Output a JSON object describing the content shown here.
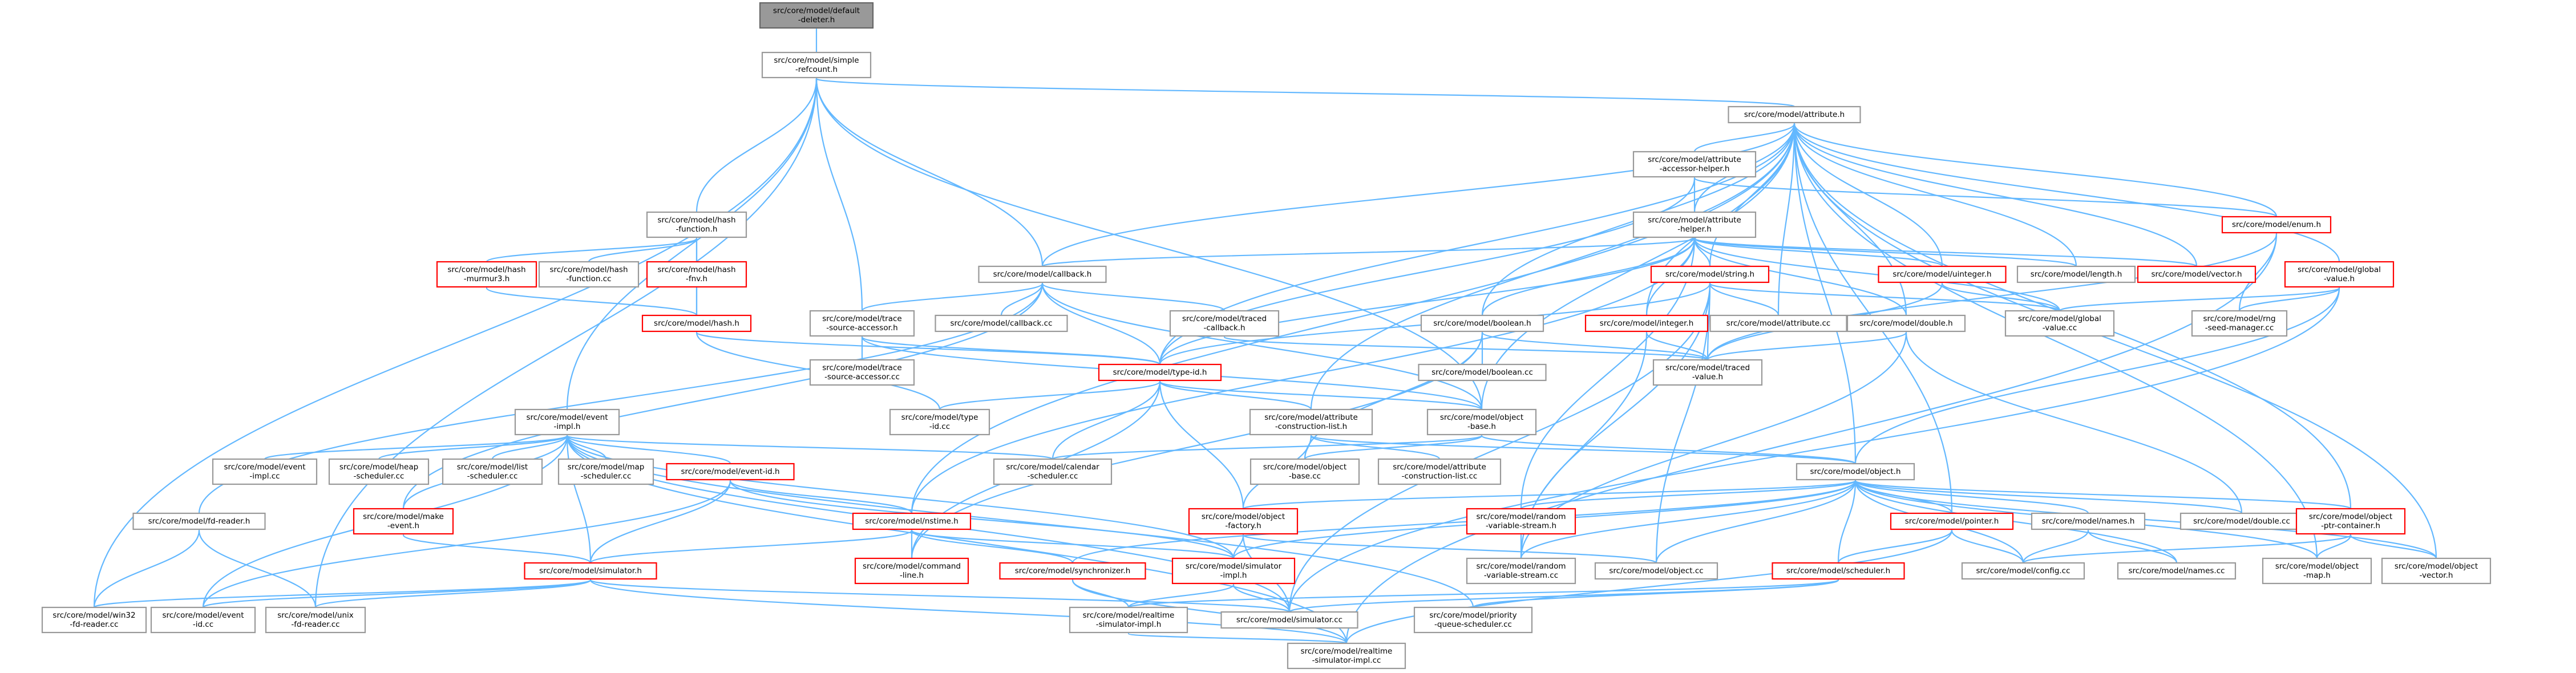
{
  "graph": {
    "nodes": [
      {
        "id": "deleter",
        "lines": [
          "src/core/model/default",
          "-deleter.h"
        ],
        "style": "root"
      },
      {
        "id": "simple-refcount",
        "lines": [
          "src/core/model/simple",
          "-refcount.h"
        ],
        "style": "normal"
      },
      {
        "id": "attribute-h",
        "lines": [
          "src/core/model/attribute.h"
        ],
        "style": "normal"
      },
      {
        "id": "hash-function-h",
        "lines": [
          "src/core/model/hash",
          "-function.h"
        ],
        "style": "normal"
      },
      {
        "id": "attribute-accessor-helper-h",
        "lines": [
          "src/core/model/attribute",
          "-accessor-helper.h"
        ],
        "style": "normal"
      },
      {
        "id": "attribute-helper-h",
        "lines": [
          "src/core/model/attribute",
          "-helper.h"
        ],
        "style": "normal"
      },
      {
        "id": "enum-h",
        "lines": [
          "src/core/model/enum.h"
        ],
        "style": "red"
      },
      {
        "id": "hash-murmur3-h",
        "lines": [
          "src/core/model/hash",
          "-murmur3.h"
        ],
        "style": "red"
      },
      {
        "id": "hash-function-cc",
        "lines": [
          "src/core/model/hash",
          "-function.cc"
        ],
        "style": "normal"
      },
      {
        "id": "hash-fnv-h",
        "lines": [
          "src/core/model/hash",
          "-fnv.h"
        ],
        "style": "red"
      },
      {
        "id": "callback-h",
        "lines": [
          "src/core/model/callback.h"
        ],
        "style": "normal"
      },
      {
        "id": "string-h",
        "lines": [
          "src/core/model/string.h"
        ],
        "style": "red"
      },
      {
        "id": "uinteger-h",
        "lines": [
          "src/core/model/uinteger.h"
        ],
        "style": "red"
      },
      {
        "id": "length-h",
        "lines": [
          "src/core/model/length.h"
        ],
        "style": "normal"
      },
      {
        "id": "vector-h",
        "lines": [
          "src/core/model/vector.h"
        ],
        "style": "red"
      },
      {
        "id": "global-value-h",
        "lines": [
          "src/core/model/global",
          "-value.h"
        ],
        "style": "red"
      },
      {
        "id": "hash-h",
        "lines": [
          "src/core/model/hash.h"
        ],
        "style": "red"
      },
      {
        "id": "trace-source-accessor-h",
        "lines": [
          "src/core/model/trace",
          "-source-accessor.h"
        ],
        "style": "normal"
      },
      {
        "id": "callback-cc",
        "lines": [
          "src/core/model/callback.cc"
        ],
        "style": "normal"
      },
      {
        "id": "traced-callback-h",
        "lines": [
          "src/core/model/traced",
          "-callback.h"
        ],
        "style": "normal"
      },
      {
        "id": "boolean-h",
        "lines": [
          "src/core/model/boolean.h"
        ],
        "style": "normal"
      },
      {
        "id": "integer-h",
        "lines": [
          "src/core/model/integer.h"
        ],
        "style": "red"
      },
      {
        "id": "attribute-cc",
        "lines": [
          "src/core/model/attribute.cc"
        ],
        "style": "normal"
      },
      {
        "id": "double-h",
        "lines": [
          "src/core/model/double.h"
        ],
        "style": "normal"
      },
      {
        "id": "global-value-cc",
        "lines": [
          "src/core/model/global",
          "-value.cc"
        ],
        "style": "normal"
      },
      {
        "id": "rng-seed-manager-cc",
        "lines": [
          "src/core/model/rng",
          "-seed-manager.cc"
        ],
        "style": "normal"
      },
      {
        "id": "trace-source-accessor-cc",
        "lines": [
          "src/core/model/trace",
          "-source-accessor.cc"
        ],
        "style": "normal"
      },
      {
        "id": "type-id-h",
        "lines": [
          "src/core/model/type-id.h"
        ],
        "style": "red"
      },
      {
        "id": "boolean-cc",
        "lines": [
          "src/core/model/boolean.cc"
        ],
        "style": "normal"
      },
      {
        "id": "traced-value-h",
        "lines": [
          "src/core/model/traced",
          "-value.h"
        ],
        "style": "normal"
      },
      {
        "id": "event-impl-h",
        "lines": [
          "src/core/model/event",
          "-impl.h"
        ],
        "style": "normal"
      },
      {
        "id": "type-id-cc",
        "lines": [
          "src/core/model/type",
          "-id.cc"
        ],
        "style": "normal"
      },
      {
        "id": "attribute-construction-list-h",
        "lines": [
          "src/core/model/attribute",
          "-construction-list.h"
        ],
        "style": "normal"
      },
      {
        "id": "object-base-h",
        "lines": [
          "src/core/model/object",
          "-base.h"
        ],
        "style": "normal"
      },
      {
        "id": "event-impl-cc",
        "lines": [
          "src/core/model/event",
          "-impl.cc"
        ],
        "style": "normal"
      },
      {
        "id": "heap-scheduler-cc",
        "lines": [
          "src/core/model/heap",
          "-scheduler.cc"
        ],
        "style": "normal"
      },
      {
        "id": "list-scheduler-cc",
        "lines": [
          "src/core/model/list",
          "-scheduler.cc"
        ],
        "style": "normal"
      },
      {
        "id": "map-scheduler-cc",
        "lines": [
          "src/core/model/map",
          "-scheduler.cc"
        ],
        "style": "normal"
      },
      {
        "id": "event-id-h",
        "lines": [
          "src/core/model/event-id.h"
        ],
        "style": "red"
      },
      {
        "id": "calendar-scheduler-cc",
        "lines": [
          "src/core/model/calendar",
          "-scheduler.cc"
        ],
        "style": "normal"
      },
      {
        "id": "object-base-cc",
        "lines": [
          "src/core/model/object",
          "-base.cc"
        ],
        "style": "normal"
      },
      {
        "id": "attribute-construction-list-cc",
        "lines": [
          "src/core/model/attribute",
          "-construction-list.cc"
        ],
        "style": "normal"
      },
      {
        "id": "object-h",
        "lines": [
          "src/core/model/object.h"
        ],
        "style": "normal"
      },
      {
        "id": "fd-reader-h",
        "lines": [
          "src/core/model/fd-reader.h"
        ],
        "style": "normal"
      },
      {
        "id": "make-event-h",
        "lines": [
          "src/core/model/make",
          "-event.h"
        ],
        "style": "red"
      },
      {
        "id": "nstime-h",
        "lines": [
          "src/core/model/nstime.h"
        ],
        "style": "red"
      },
      {
        "id": "object-factory-h",
        "lines": [
          "src/core/model/object",
          "-factory.h"
        ],
        "style": "red"
      },
      {
        "id": "random-variable-stream-h",
        "lines": [
          "src/core/model/random",
          "-variable-stream.h"
        ],
        "style": "red"
      },
      {
        "id": "pointer-h",
        "lines": [
          "src/core/model/pointer.h"
        ],
        "style": "red"
      },
      {
        "id": "names-h",
        "lines": [
          "src/core/model/names.h"
        ],
        "style": "normal"
      },
      {
        "id": "double-cc",
        "lines": [
          "src/core/model/double.cc"
        ],
        "style": "normal"
      },
      {
        "id": "object-ptr-container-h",
        "lines": [
          "src/core/model/object",
          "-ptr-container.h"
        ],
        "style": "red"
      },
      {
        "id": "command-line-h",
        "lines": [
          "src/core/model/command",
          "-line.h"
        ],
        "style": "red"
      },
      {
        "id": "synchronizer-h",
        "lines": [
          "src/core/model/synchronizer.h"
        ],
        "style": "red"
      },
      {
        "id": "simulator-impl-h",
        "lines": [
          "src/core/model/simulator",
          "-impl.h"
        ],
        "style": "red"
      },
      {
        "id": "random-variable-stream-cc",
        "lines": [
          "src/core/model/random",
          "-variable-stream.cc"
        ],
        "style": "normal"
      },
      {
        "id": "object-cc",
        "lines": [
          "src/core/model/object.cc"
        ],
        "style": "normal"
      },
      {
        "id": "scheduler-h",
        "lines": [
          "src/core/model/scheduler.h"
        ],
        "style": "red"
      },
      {
        "id": "config-cc",
        "lines": [
          "src/core/model/config.cc"
        ],
        "style": "normal"
      },
      {
        "id": "names-cc",
        "lines": [
          "src/core/model/names.cc"
        ],
        "style": "normal"
      },
      {
        "id": "object-map-h",
        "lines": [
          "src/core/model/object",
          "-map.h"
        ],
        "style": "normal"
      },
      {
        "id": "object-vector-h",
        "lines": [
          "src/core/model/object",
          "-vector.h"
        ],
        "style": "normal"
      },
      {
        "id": "simulator-h",
        "lines": [
          "src/core/model/simulator.h"
        ],
        "style": "red"
      },
      {
        "id": "win32-fd-reader-cc",
        "lines": [
          "src/core/model/win32",
          "-fd-reader.cc"
        ],
        "style": "normal"
      },
      {
        "id": "event-id-cc",
        "lines": [
          "src/core/model/event",
          "-id.cc"
        ],
        "style": "normal"
      },
      {
        "id": "unix-fd-reader-cc",
        "lines": [
          "src/core/model/unix",
          "-fd-reader.cc"
        ],
        "style": "normal"
      },
      {
        "id": "realtime-simulator-impl-h",
        "lines": [
          "src/core/model/realtime",
          "-simulator-impl.h"
        ],
        "style": "normal"
      },
      {
        "id": "simulator-cc",
        "lines": [
          "src/core/model/simulator.cc"
        ],
        "style": "normal"
      },
      {
        "id": "priority-queue-scheduler-cc",
        "lines": [
          "src/core/model/priority",
          "-queue-scheduler.cc"
        ],
        "style": "normal"
      },
      {
        "id": "realtime-simulator-impl-cc",
        "lines": [
          "src/core/model/realtime",
          "-simulator-impl.cc"
        ],
        "style": "normal"
      }
    ]
  }
}
